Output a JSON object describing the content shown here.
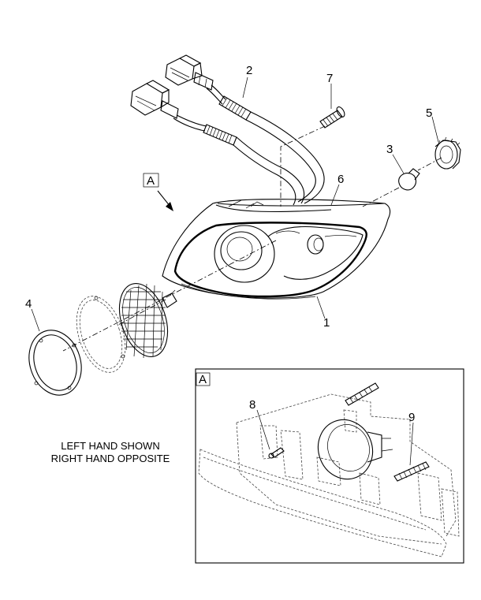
{
  "callouts": {
    "c1": "1",
    "c2": "2",
    "c3": "3",
    "c4": "4",
    "c5": "5",
    "c6": "6",
    "c7": "7",
    "c8": "8",
    "c9": "9"
  },
  "view_marker": "A",
  "detail_label": "A",
  "note": {
    "line1": "LEFT HAND SHOWN",
    "line2": "RIGHT HAND OPPOSITE"
  }
}
